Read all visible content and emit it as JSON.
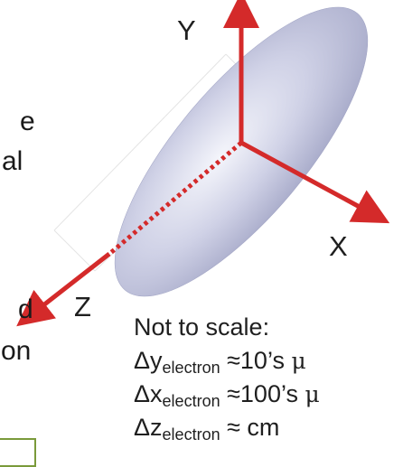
{
  "left_text_fragments": [
    {
      "text": "e",
      "key": "line1"
    },
    {
      "text": "al",
      "key": "line2"
    },
    {
      "text": "d",
      "key": "line3"
    },
    {
      "text": "on",
      "key": "line4"
    }
  ],
  "axes": {
    "y_label": "Y",
    "x_label": "X",
    "z_label": "Z",
    "arrow_color": "#d42a2a",
    "ellipsoid_color": "#b8badb"
  },
  "note": {
    "title": "Not to scale:",
    "rows": [
      {
        "delta": "Δ",
        "var": "y",
        "sub": "electron",
        "approx": " ≈10’s ",
        "unit": "μ"
      },
      {
        "delta": "Δ",
        "var": "x",
        "sub": "electron",
        "approx": " ≈100’s ",
        "unit": "μ"
      },
      {
        "delta": "Δ",
        "var": "z",
        "sub": "electron",
        "approx": " ≈ cm",
        "unit": ""
      }
    ]
  }
}
